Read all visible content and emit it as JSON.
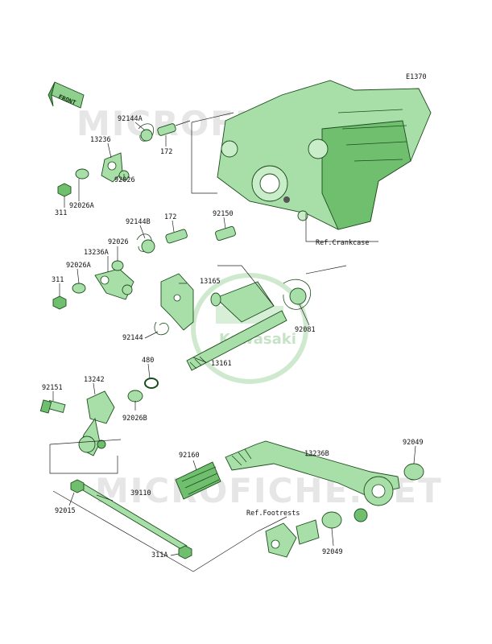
{
  "diagram_code": "E1370",
  "front_label": "FRONT",
  "watermark_text": "MICROFICHE.NET",
  "logo_text": "Kawasaki",
  "parts": [
    {
      "id": "p92144A",
      "label": "92144A"
    },
    {
      "id": "p13236",
      "label": "13236"
    },
    {
      "id": "p172a",
      "label": "172"
    },
    {
      "id": "p92026a",
      "label": "92026"
    },
    {
      "id": "p311a",
      "label": "311"
    },
    {
      "id": "p92026Aa",
      "label": "92026A"
    },
    {
      "id": "p92144B",
      "label": "92144B"
    },
    {
      "id": "p172b",
      "label": "172"
    },
    {
      "id": "p92150",
      "label": "92150"
    },
    {
      "id": "p92026b",
      "label": "92026"
    },
    {
      "id": "p13236A",
      "label": "13236A"
    },
    {
      "id": "p92026Ab",
      "label": "92026A"
    },
    {
      "id": "p311b",
      "label": "311"
    },
    {
      "id": "p13165",
      "label": "13165"
    },
    {
      "id": "p92081",
      "label": "92081"
    },
    {
      "id": "p92144",
      "label": "92144"
    },
    {
      "id": "p480",
      "label": "480"
    },
    {
      "id": "p13161",
      "label": "13161"
    },
    {
      "id": "p92151",
      "label": "92151"
    },
    {
      "id": "p13242",
      "label": "13242"
    },
    {
      "id": "p92026B",
      "label": "92026B"
    },
    {
      "id": "p92160",
      "label": "92160"
    },
    {
      "id": "p13236B",
      "label": "13236B"
    },
    {
      "id": "p92049a",
      "label": "92049"
    },
    {
      "id": "p39110",
      "label": "39110"
    },
    {
      "id": "p92015",
      "label": "92015"
    },
    {
      "id": "p92049b",
      "label": "92049"
    },
    {
      "id": "p311A",
      "label": "311A"
    }
  ],
  "references": {
    "crankcase": "Ref.Crankcase",
    "footrests": "Ref.Footrests"
  },
  "colors": {
    "part_fill": "#a8dfa8",
    "part_dark": "#6fbf6f",
    "outline": "#1b4d1b",
    "watermark": "#e6e6e6"
  }
}
